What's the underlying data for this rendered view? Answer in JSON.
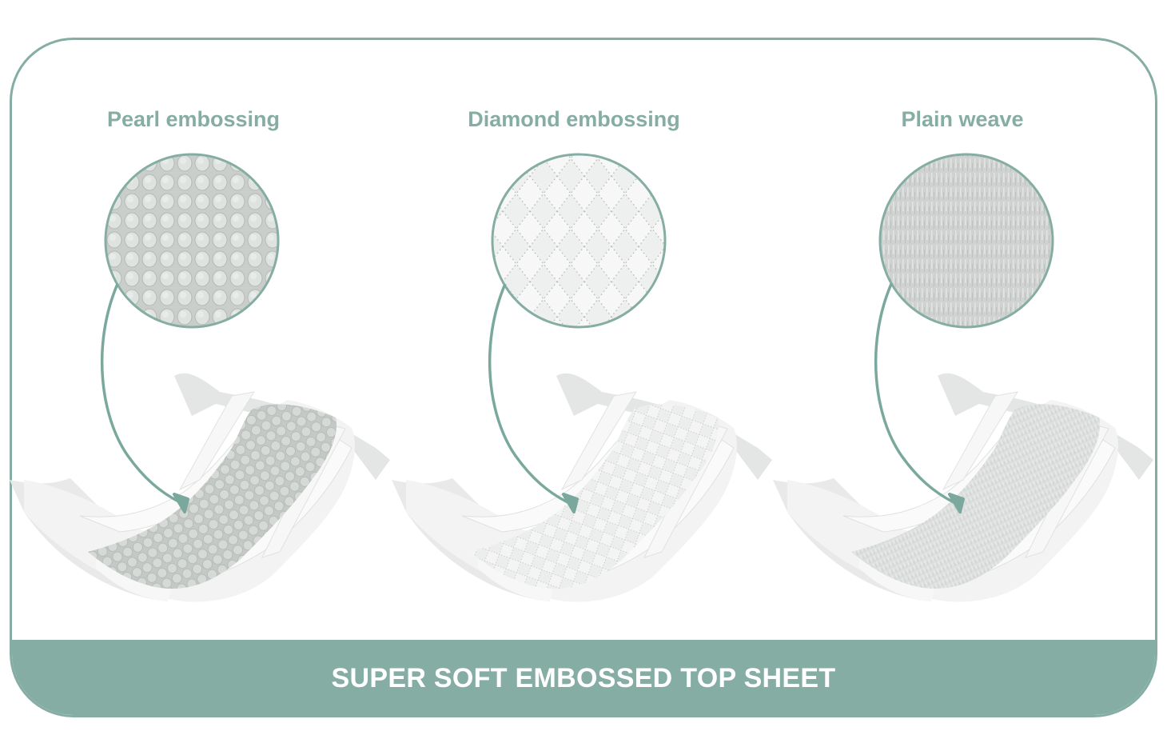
{
  "colors": {
    "accent": "#85ada4",
    "text_on_accent": "#ffffff",
    "background": "#ffffff"
  },
  "columns": [
    {
      "label": "Pearl embossing",
      "texture": "pearl-texture-icon"
    },
    {
      "label": "Diamond embossing",
      "texture": "diamond-texture-icon"
    },
    {
      "label": "Plain weave",
      "texture": "plain-weave-texture-icon"
    }
  ],
  "footer": {
    "title": "SUPER SOFT EMBOSSED TOP SHEET"
  }
}
